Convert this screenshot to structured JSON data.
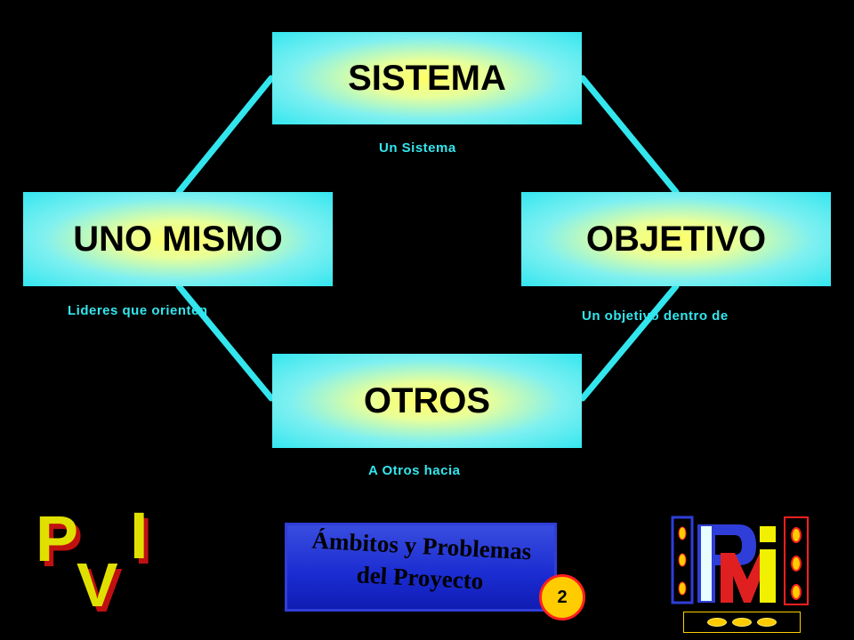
{
  "boxes": {
    "sistema": "SISTEMA",
    "uno_mismo": "UNO MISMO",
    "objetivo": "OBJETIVO",
    "otros": "OTROS"
  },
  "captions": {
    "sistema": "Un Sistema",
    "uno_mismo": "Lideres que orienten",
    "objetivo": "Un objetivo dentro de",
    "otros": "A Otros hacia"
  },
  "pvi_logo": {
    "p": "P",
    "v": "V",
    "i": "I"
  },
  "banner": {
    "line1": "Ámbitos y Problemas",
    "line2": "del Proyecto"
  },
  "badge": "2",
  "colors": {
    "background": "#000000",
    "connector": "#33e6ee",
    "caption": "#33e6ee",
    "box_edge": "#33e6f0",
    "box_center": "#ffff66",
    "banner": "#1a2bd0",
    "badge_fill": "#ffcc00",
    "badge_border": "#ff2020"
  }
}
